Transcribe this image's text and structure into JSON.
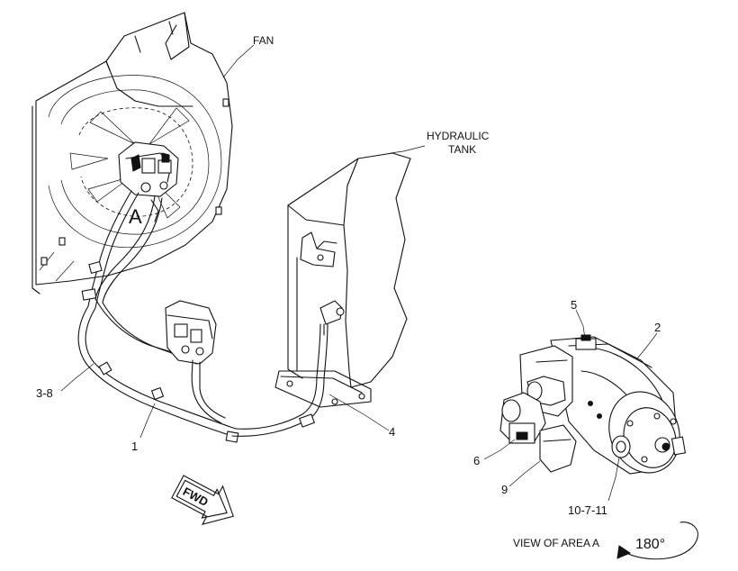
{
  "labels": {
    "fan": "FAN",
    "hydraulic_tank_line1": "HYDRAULIC",
    "hydraulic_tank_line2": "TANK",
    "area_a": "A",
    "callout_3_8": "3-8",
    "callout_1": "1",
    "callout_4": "4",
    "callout_5": "5",
    "callout_2": "2",
    "callout_6": "6",
    "callout_9": "9",
    "callout_10_7_11": "10-7-11",
    "fwd": "FWD",
    "view_of_area": "VIEW OF AREA  A",
    "rotation": "180°"
  }
}
